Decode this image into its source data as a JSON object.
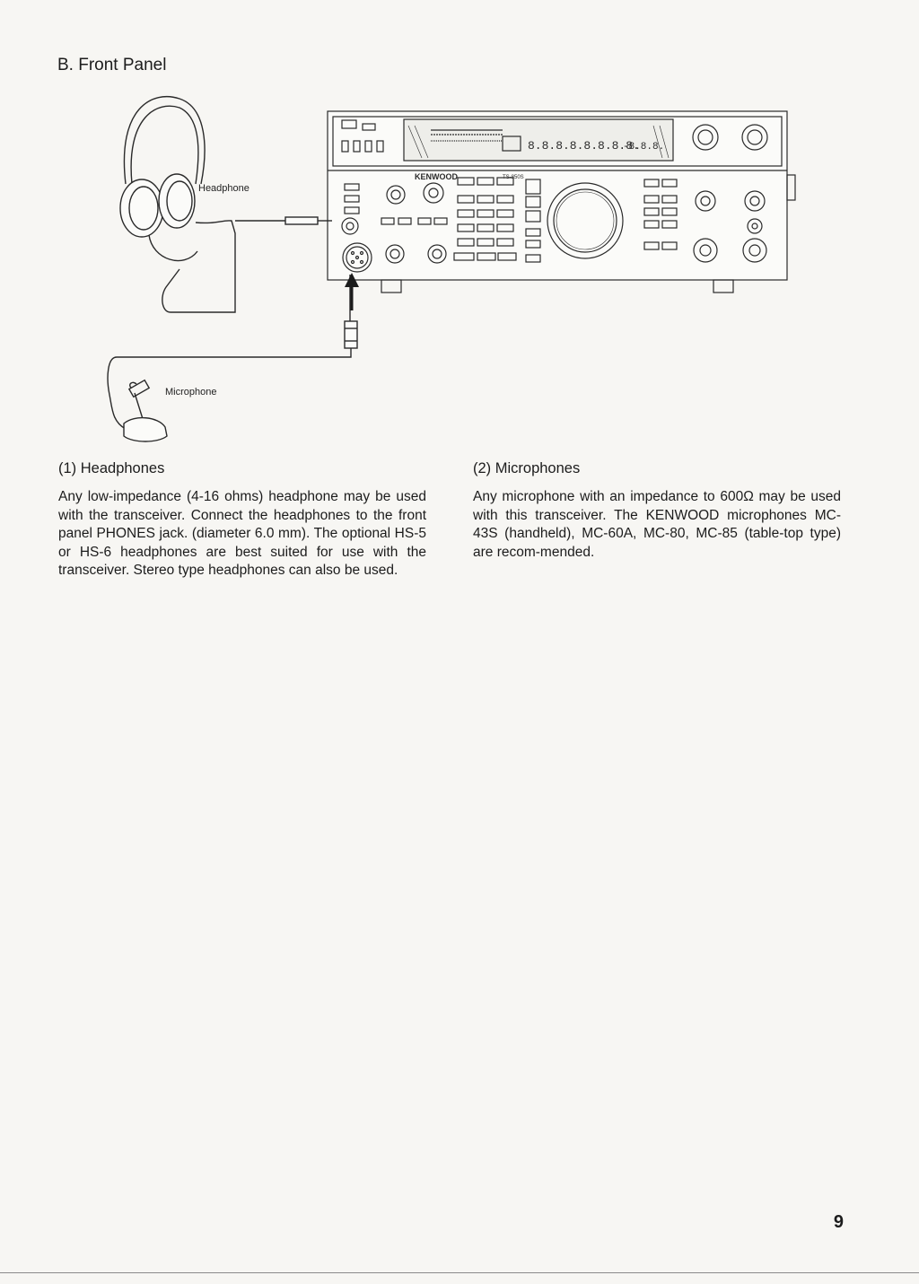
{
  "section_title": "B. Front Panel",
  "figure": {
    "headphone_label": "Headphone",
    "microphone_label": "Microphone",
    "brand_label": "KENWOOD",
    "model_label": "TS-850S",
    "brand_logo_note": "brand and model lettering drawn as part of the illustration"
  },
  "headphones": {
    "heading": "(1) Headphones",
    "body": "Any low-impedance (4-16 ohms) headphone may be used with the transceiver. Connect the headphones to the front panel PHONES jack. (diameter 6.0 mm). The optional HS-5 or HS-6 headphones are best suited for use with the transceiver. Stereo type headphones can also be used."
  },
  "microphones": {
    "heading": "(2) Microphones",
    "body": "Any microphone with an impedance to 600Ω may be used with this transceiver. The KENWOOD microphones MC-43S (handheld), MC-60A, MC-80, MC-85 (table-top type) are recom-mended."
  },
  "page_number": "9"
}
